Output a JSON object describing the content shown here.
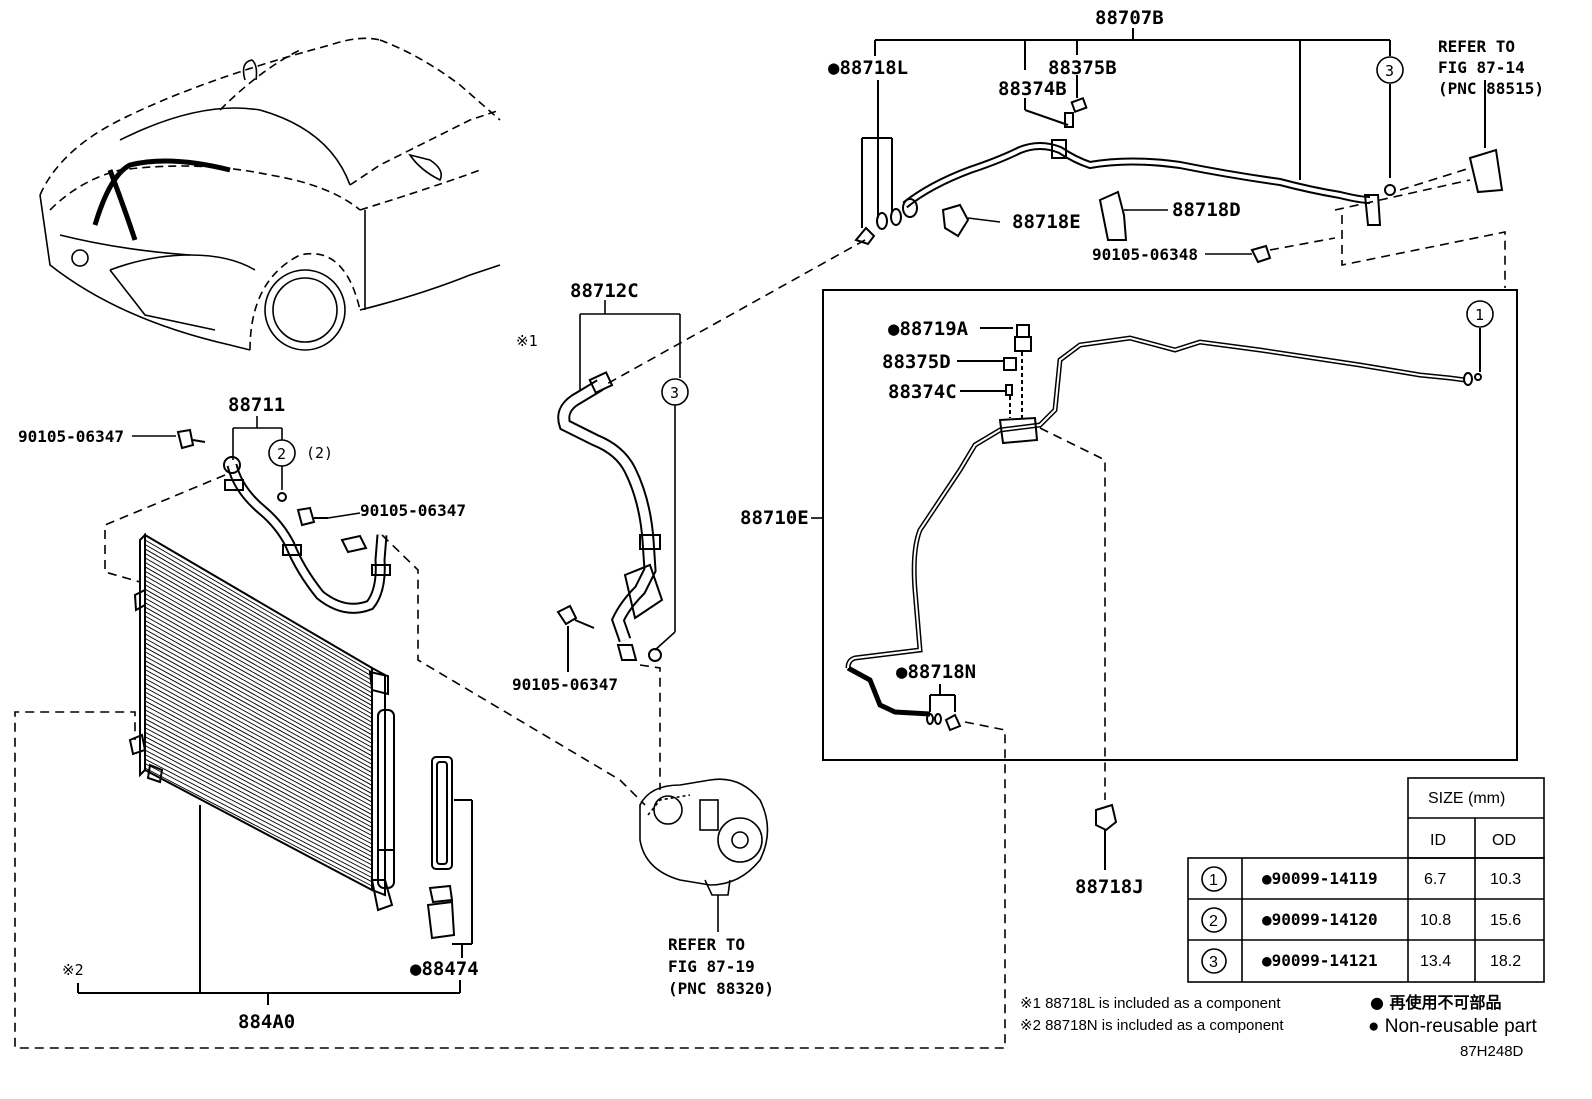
{
  "assembly": {
    "top_pipe": "88707B",
    "discharge_hose": "88712C",
    "condenser_pipe": "88711",
    "liquid_tube": "88710E",
    "condenser": "884A0"
  },
  "parts": {
    "p88718L": "●88718L",
    "p88375B": "88375B",
    "p88374B": "88374B",
    "p88718E": "88718E",
    "p88718D": "88718D",
    "p90105_06348": "90105-06348",
    "p88719A": "●88719A",
    "p88375D": "88375D",
    "p88374C": "88374C",
    "p88718N": "●88718N",
    "p88718J": "88718J",
    "p90105_06347_a": "90105-06347",
    "p90105_06347_b": "90105-06347",
    "p90105_06347_c": "90105-06347",
    "p88474": "●88474"
  },
  "marks": {
    "note1": "※1",
    "note2": "※2",
    "two_qty": "(2)"
  },
  "refs": {
    "fig87_14": [
      "REFER TO",
      "FIG 87-14",
      "(PNC 88515)"
    ],
    "fig87_19": [
      "REFER TO",
      "FIG 87-19",
      "(PNC 88320)"
    ]
  },
  "circles": {
    "c1": "1",
    "c2": "2",
    "c3": "3"
  },
  "table": {
    "header": "SIZE (mm)",
    "col_id": "ID",
    "col_od": "OD",
    "rows": [
      {
        "num": "1",
        "part": "●90099-14119",
        "id": "6.7",
        "od": "10.3"
      },
      {
        "num": "2",
        "part": "●90099-14120",
        "id": "10.8",
        "od": "15.6"
      },
      {
        "num": "3",
        "part": "●90099-14121",
        "id": "13.4",
        "od": "18.2"
      }
    ]
  },
  "footnotes": {
    "n1": "※1 88718L is included as a component",
    "n2": "※2 88718N is included as a component"
  },
  "legend": {
    "jp": "● 再使用不可部品",
    "en": "● Non-reusable part"
  },
  "figure_code": "87H248D"
}
